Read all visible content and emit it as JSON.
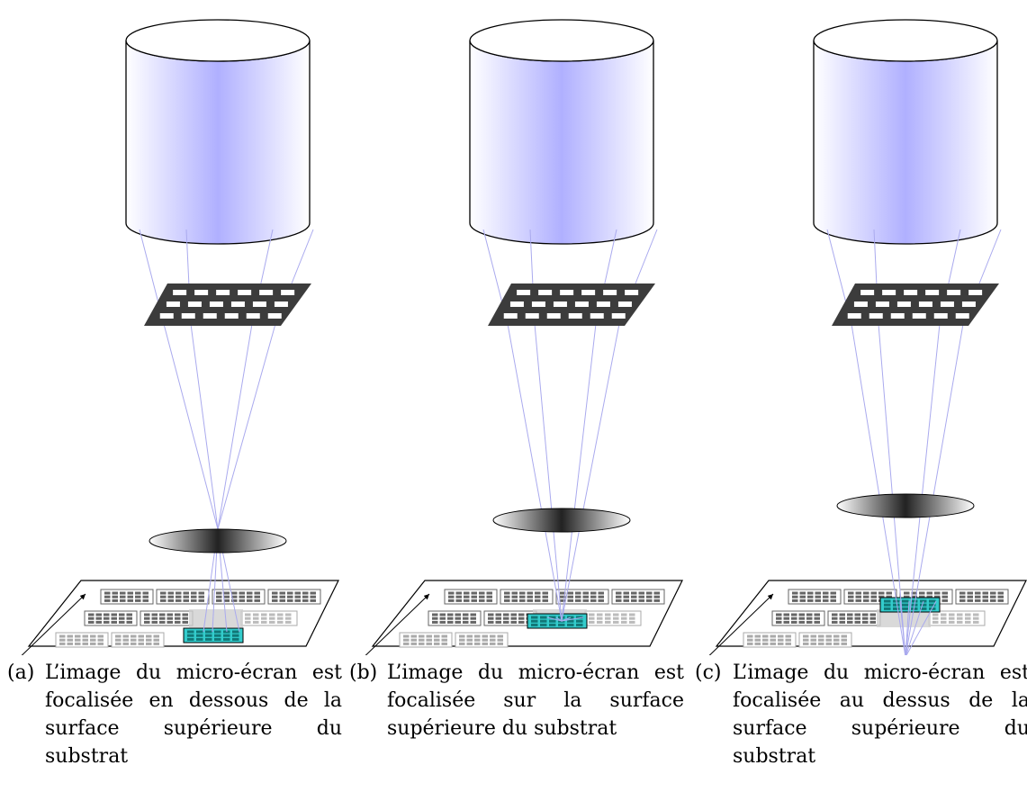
{
  "figure": {
    "panels": [
      {
        "id": "a",
        "caption_label": "(a)",
        "caption_text": "L’image du micro-écran est focalisée en dessous de la surface supérieure du substrat",
        "focus": "below"
      },
      {
        "id": "b",
        "caption_label": "(b)",
        "caption_text": "L’image du micro-écran est focalisée sur la surface supérieure du substrat",
        "focus": "on"
      },
      {
        "id": "c",
        "caption_label": "(c)",
        "caption_text": "L’image du micro-écran est focalisée au dessus de la surface supérieure du substrat",
        "focus": "above"
      }
    ],
    "colors": {
      "cylinder": "#b0b0ff",
      "beam": "#aaaaee",
      "mask": "#3c3c3c",
      "highlight": "#33cccc",
      "lens_dark": "#222222"
    }
  }
}
